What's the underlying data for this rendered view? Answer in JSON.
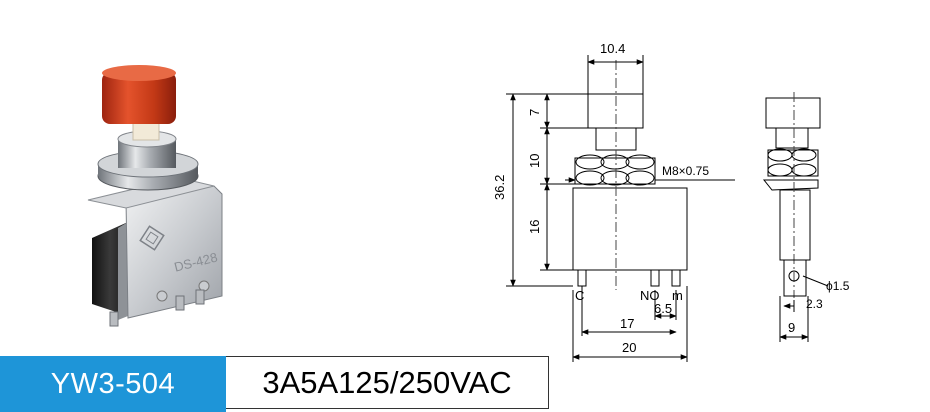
{
  "product": {
    "model": "YW3-504",
    "rating": "3A5A125/250VAC",
    "body_marking": "DS-428"
  },
  "drawing": {
    "front_view": {
      "cap_width": "10.4",
      "overall_height": "36.2",
      "cap_height": "7",
      "bushing_height": "10",
      "body_height": "16",
      "thread": "M8×0.75",
      "terminal_labels": {
        "common": "C",
        "normally_open": "NO",
        "mount": "m"
      },
      "terminal_spacing": "6.5",
      "span_17": "17",
      "body_width": "20"
    },
    "side_view": {
      "hole_diameter": "ϕ1.5",
      "hole_offset": "2.3",
      "width": "9"
    }
  },
  "colors": {
    "model_bg": "#1e95d8",
    "cap_red": "#d9401c"
  }
}
